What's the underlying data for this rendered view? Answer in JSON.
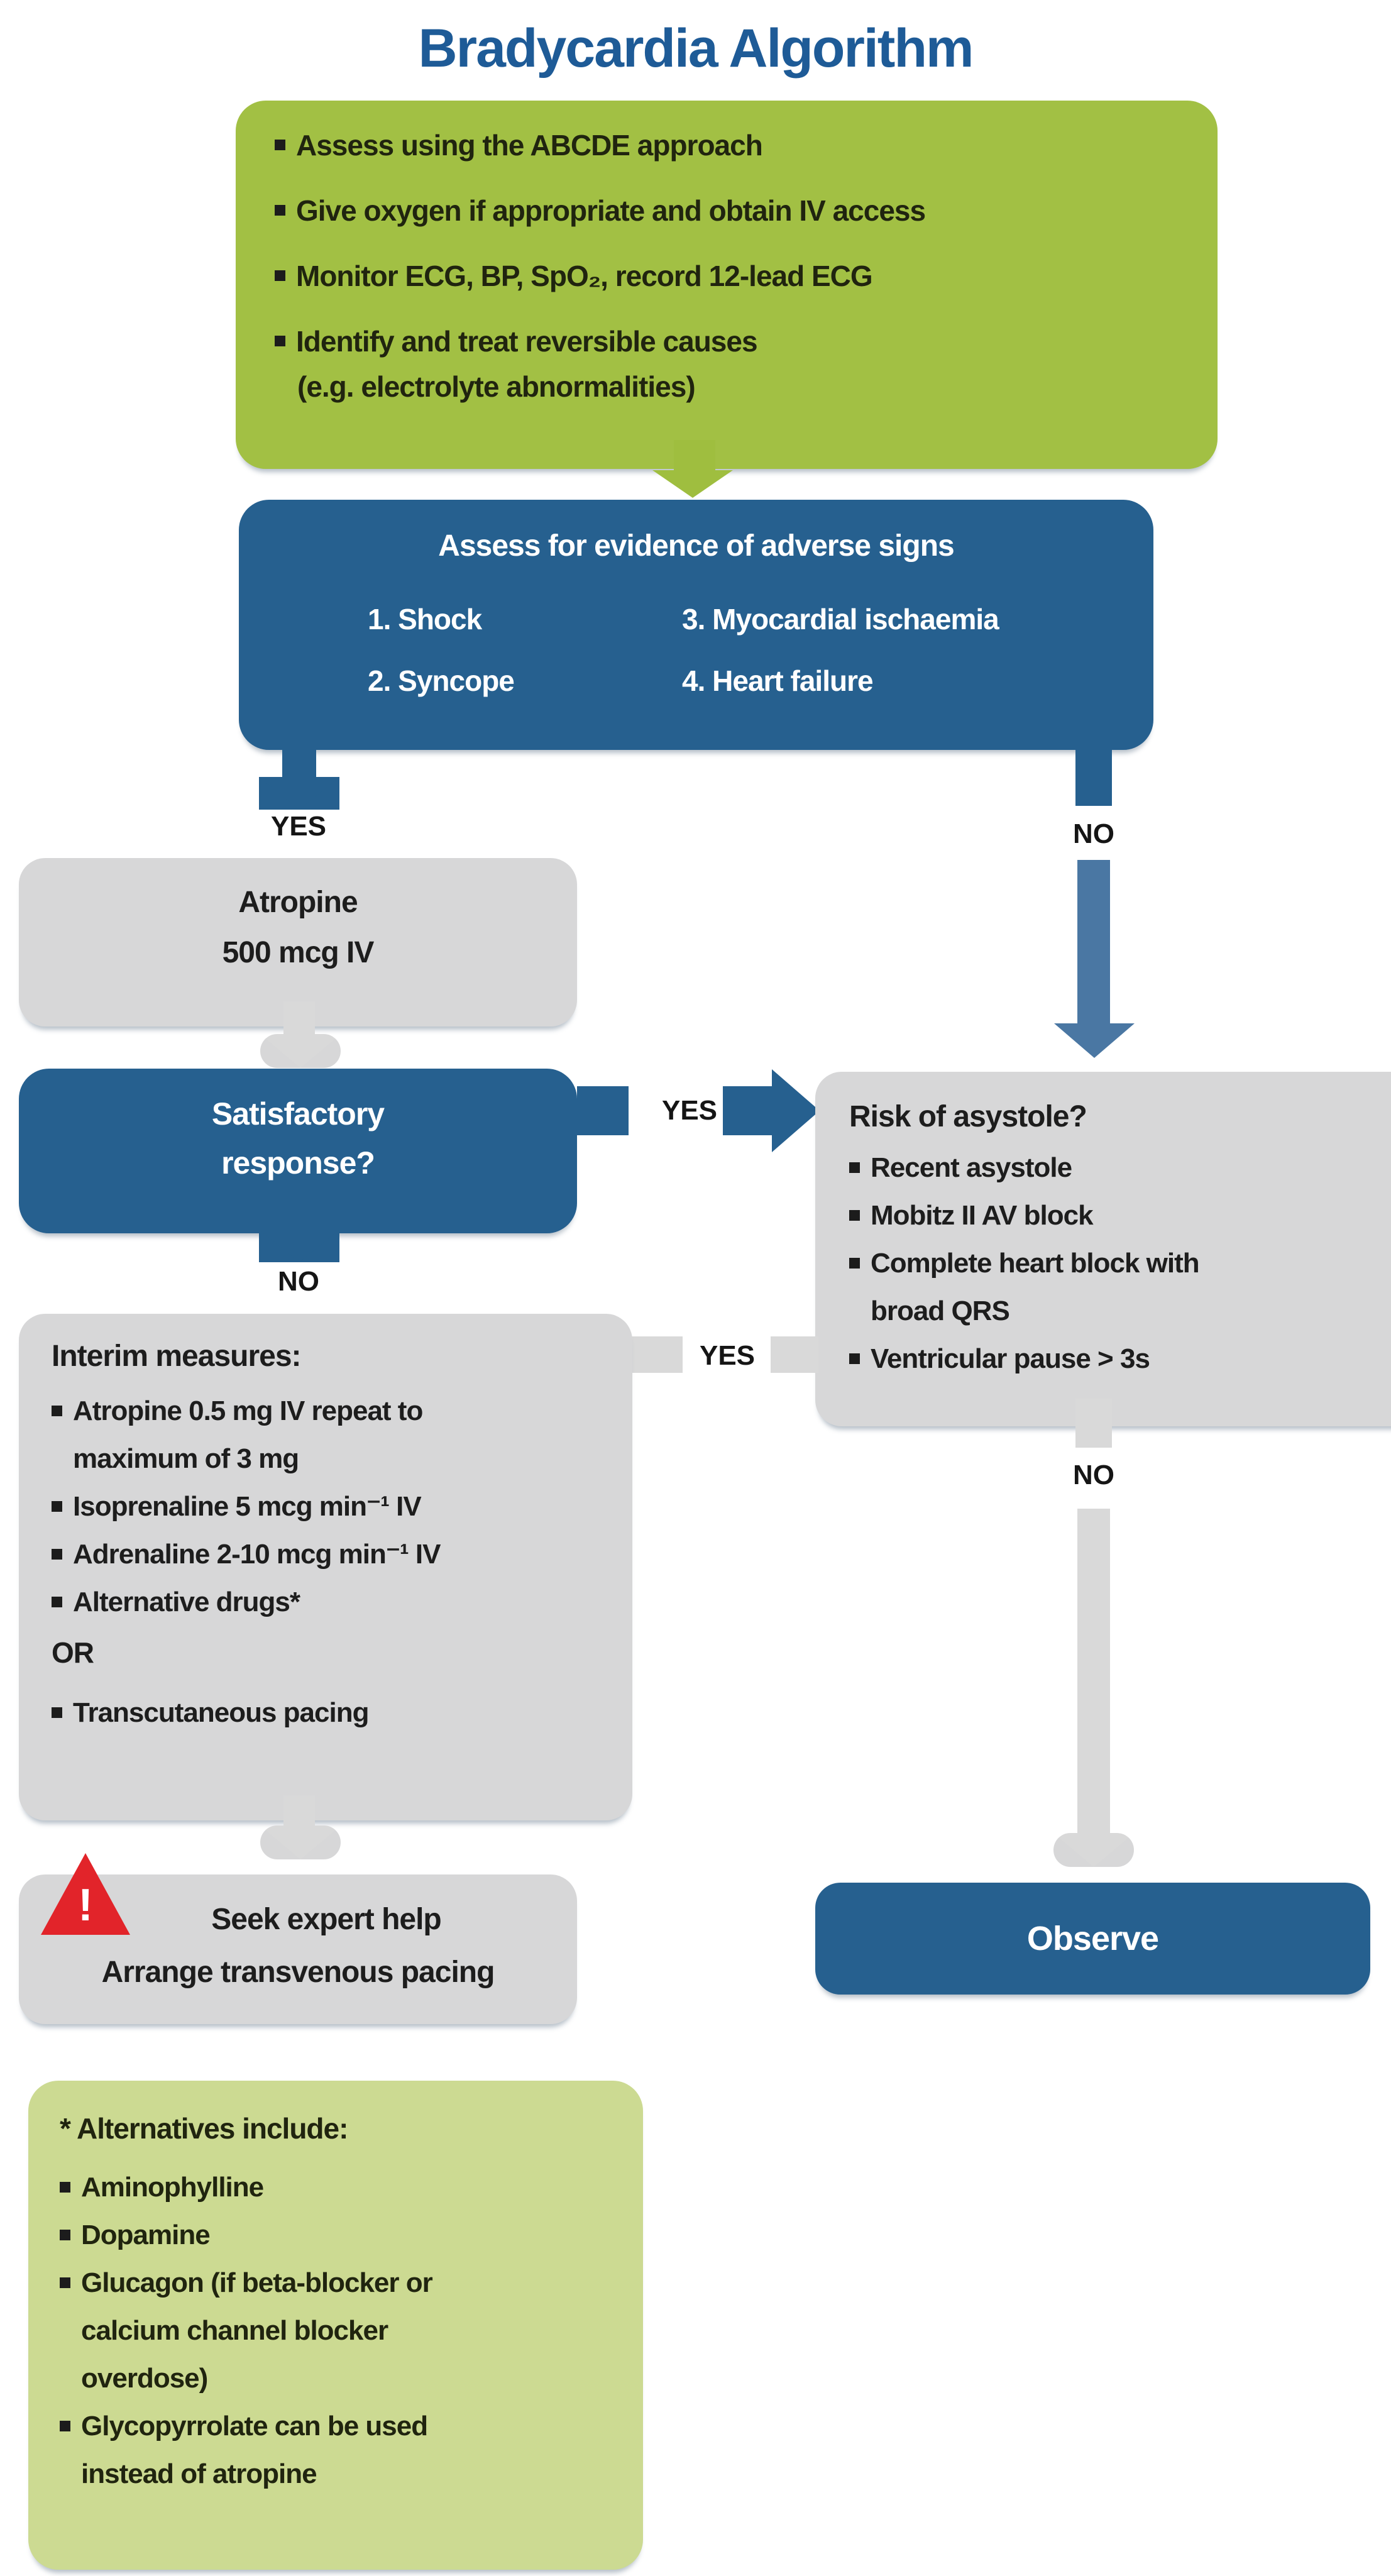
{
  "title": "Bradycardia Algorithm",
  "colors": {
    "accent_blue": "#26608f",
    "arrow_light_blue": "#4a77a3",
    "lime_green": "#a2c044",
    "pale_green": "#ccda92",
    "box_gray": "#d7d7d8",
    "warning_red": "#e2242a",
    "title_blue": "#1e5b97"
  },
  "initial": {
    "items": [
      "Assess using the ABCDE approach",
      "Give oxygen if appropriate and obtain IV access",
      "Monitor ECG, BP, SpO₂, record 12-lead ECG",
      "Identify and treat reversible causes"
    ],
    "note": "(e.g. electrolyte abnormalities)"
  },
  "adverse": {
    "title": "Assess for evidence of adverse signs",
    "items": [
      "1. Shock",
      "2. Syncope",
      "3. Myocardial ischaemia",
      "4. Heart failure"
    ]
  },
  "labels": {
    "yes_adverse": "YES",
    "no_adverse": "NO",
    "yes_response": "YES",
    "no_response": "NO",
    "yes_risk": "YES",
    "no_risk": "NO"
  },
  "atropine": {
    "line1": "Atropine",
    "line2": "500 mcg IV"
  },
  "satisfactory": {
    "line1": "Satisfactory",
    "line2": "response?"
  },
  "risk": {
    "title": "Risk of asystole?",
    "items": [
      "Recent asystole",
      "Mobitz II AV block",
      "Complete heart block with broad QRS",
      "Ventricular pause > 3s"
    ]
  },
  "interim": {
    "title": "Interim measures:",
    "items": [
      "Atropine 0.5 mg IV repeat to maximum of 3 mg",
      "Isoprenaline 5 mcg min⁻¹ IV",
      "Adrenaline 2-10 mcg min⁻¹ IV",
      "Alternative drugs*"
    ],
    "or_label": "OR",
    "pacing_item": "Transcutaneous pacing"
  },
  "seek": {
    "line1": "Seek expert help",
    "line2": "Arrange transvenous pacing"
  },
  "observe": {
    "label": "Observe"
  },
  "alternatives": {
    "title": "* Alternatives include:",
    "items": [
      "Aminophylline",
      "Dopamine",
      "Glucagon (if beta-blocker or calcium channel blocker overdose)",
      "Glycopyrrolate can be used instead of atropine"
    ]
  }
}
